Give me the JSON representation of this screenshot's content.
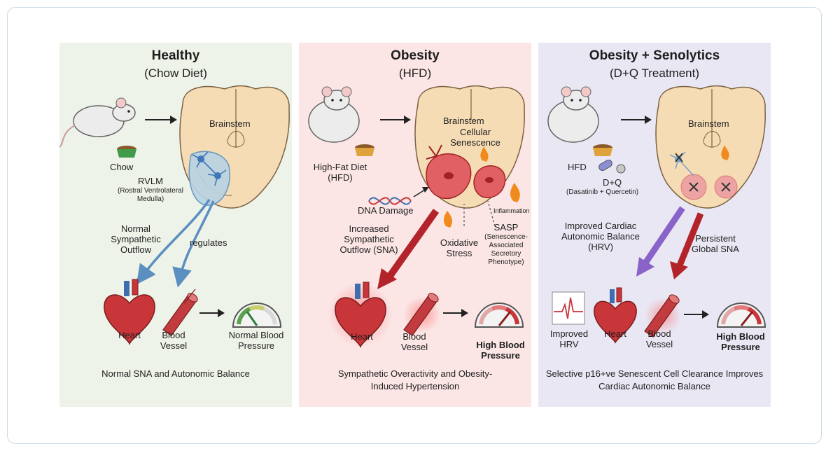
{
  "panels": [
    {
      "title": "Healthy",
      "subtitle": "(Chow Diet)",
      "bg": "#edf3e9",
      "diet": "Chow",
      "brain": "Brainstem",
      "rvlm": "RVLM",
      "rvlm_full": "(Rostral Ventrolateral Medulla)",
      "outflow": "Normal Sympathetic Outflow",
      "regulates": "regulates",
      "heart": "Heart",
      "vessel": "Blood Vessel",
      "bp": "Normal Blood Pressure",
      "caption": "Normal SNA and Autonomic Balance"
    },
    {
      "title": "Obesity",
      "subtitle": "(HFD)",
      "bg": "#fbe5e5",
      "diet": "High-Fat Diet (HFD)",
      "brain": "Brainstem",
      "senescence": "Cellular Senescence",
      "dna": "DNA Damage",
      "inflammation": "Inflammation",
      "outflow": "Increased Sympathetic Outflow (SNA)",
      "oxidative": "Oxidative Stress",
      "sasp": "SASP",
      "sasp_full": "(Senescence-Associated Secretory Phenotype)",
      "heart": "Heart",
      "vessel": "Blood Vessel",
      "bp": "High Blood Pressure",
      "caption": "Sympathetic Overactivity and Obesity-Induced Hypertension"
    },
    {
      "title": "Obesity + Senolytics",
      "subtitle": "(D+Q Treatment)",
      "bg": "#e9e7f4",
      "diet": "HFD",
      "drug": "D+Q",
      "drug_full": "(Dasatinib + Quercetin)",
      "brain": "Brainstem",
      "improved": "Improved Cardiac Autonomic Balance (HRV)",
      "persistent": "Persistent Global SNA",
      "hrv": "Improved HRV",
      "heart": "Heart",
      "vessel": "Blood Vessel",
      "bp": "High Blood Pressure",
      "caption": "Selective p16+ve Senescent Cell Clearance Improves Cardiac Autonomic Balance"
    }
  ],
  "colors": {
    "blue_arrow": "#5a8fbf",
    "red_arrow": "#b3242a",
    "purple_arrow": "#8a63c9",
    "brain_fill": "#f5dcb5",
    "heart": "#c9363a",
    "senescent": "#d9474b"
  },
  "icons": [
    "mouse-icon",
    "food-bowl-icon",
    "brainstem-icon",
    "heart-icon",
    "blood-vessel-icon",
    "gauge-icon",
    "dna-icon",
    "flame-icon",
    "pill-icon",
    "ecg-icon"
  ]
}
